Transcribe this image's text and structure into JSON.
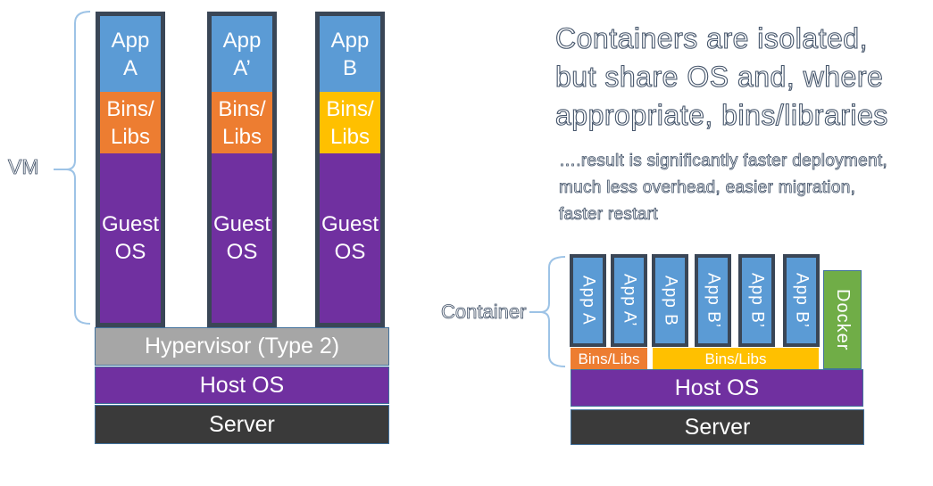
{
  "headline": {
    "lines": [
      "Containers are isolated,",
      "but share OS and, where",
      "appropriate, bins/libraries"
    ]
  },
  "subtext": {
    "lines": [
      "….result is significantly faster deployment,",
      "much less overhead, easier migration,",
      "faster restart"
    ]
  },
  "vm": {
    "label": "VM",
    "columns": [
      {
        "app_l1": "App",
        "app_l2": "A",
        "bins_l1": "Bins/",
        "bins_l2": "Libs",
        "os_l1": "Guest",
        "os_l2": "OS"
      },
      {
        "app_l1": "App",
        "app_l2": "A’",
        "bins_l1": "Bins/",
        "bins_l2": "Libs",
        "os_l1": "Guest",
        "os_l2": "OS"
      },
      {
        "app_l1": "App",
        "app_l2": "B",
        "bins_l1": "Bins/",
        "bins_l2": "Libs",
        "os_l1": "Guest",
        "os_l2": "OS"
      }
    ],
    "hypervisor_label": "Hypervisor (Type 2)",
    "host_os_label": "Host OS",
    "server_label": "Server"
  },
  "container": {
    "label": "Container",
    "apps": [
      "App A",
      "App A’",
      "App B",
      "App B’",
      "App B’",
      "App B’"
    ],
    "bins_small_label": "Bins/Libs",
    "bins_large_label": "Bins/Libs",
    "docker_label": "Docker",
    "host_os_label": "Host OS",
    "server_label": "Server"
  },
  "colors": {
    "app_blue": "#5B9BD5",
    "bins_orange": "#ED7D31",
    "bins_yellow": "#FFC000",
    "os_purple": "#7030A0",
    "docker_green": "#70AD47",
    "hypervisor_gray": "#A6A6A6",
    "server_dark": "#3A3A3A",
    "column_frame": "#3A4656",
    "bar_border_blue": "#41719C",
    "brace_blue": "#9DC3E6",
    "text_outline": "#44546A"
  }
}
